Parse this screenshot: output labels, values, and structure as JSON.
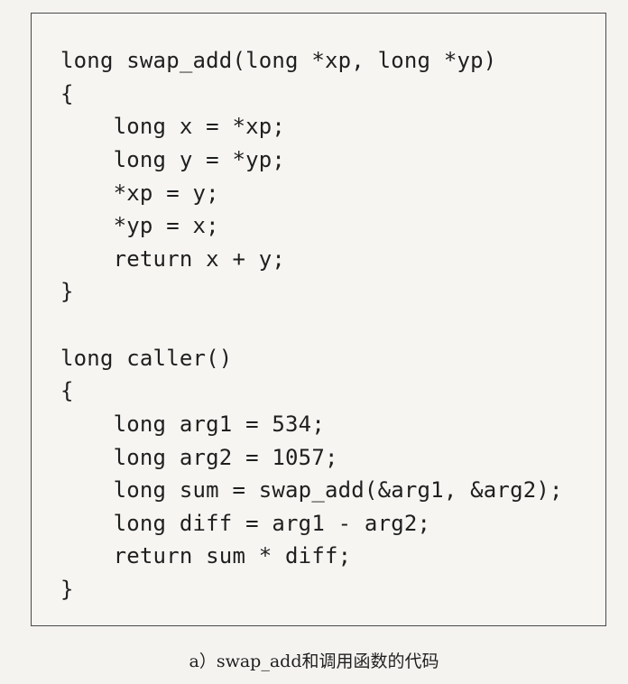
{
  "code": {
    "lines": [
      "long swap_add(long *xp, long *yp)",
      "{",
      "    long x = *xp;",
      "    long y = *yp;",
      "    *xp = y;",
      "    *yp = x;",
      "    return x + y;",
      "}",
      "",
      "long caller()",
      "{",
      "    long arg1 = 534;",
      "    long arg2 = 1057;",
      "    long sum = swap_add(&arg1, &arg2);",
      "    long diff = arg1 - arg2;",
      "    return sum * diff;",
      "}"
    ]
  },
  "caption": "a）swap_add和调用函数的代码"
}
